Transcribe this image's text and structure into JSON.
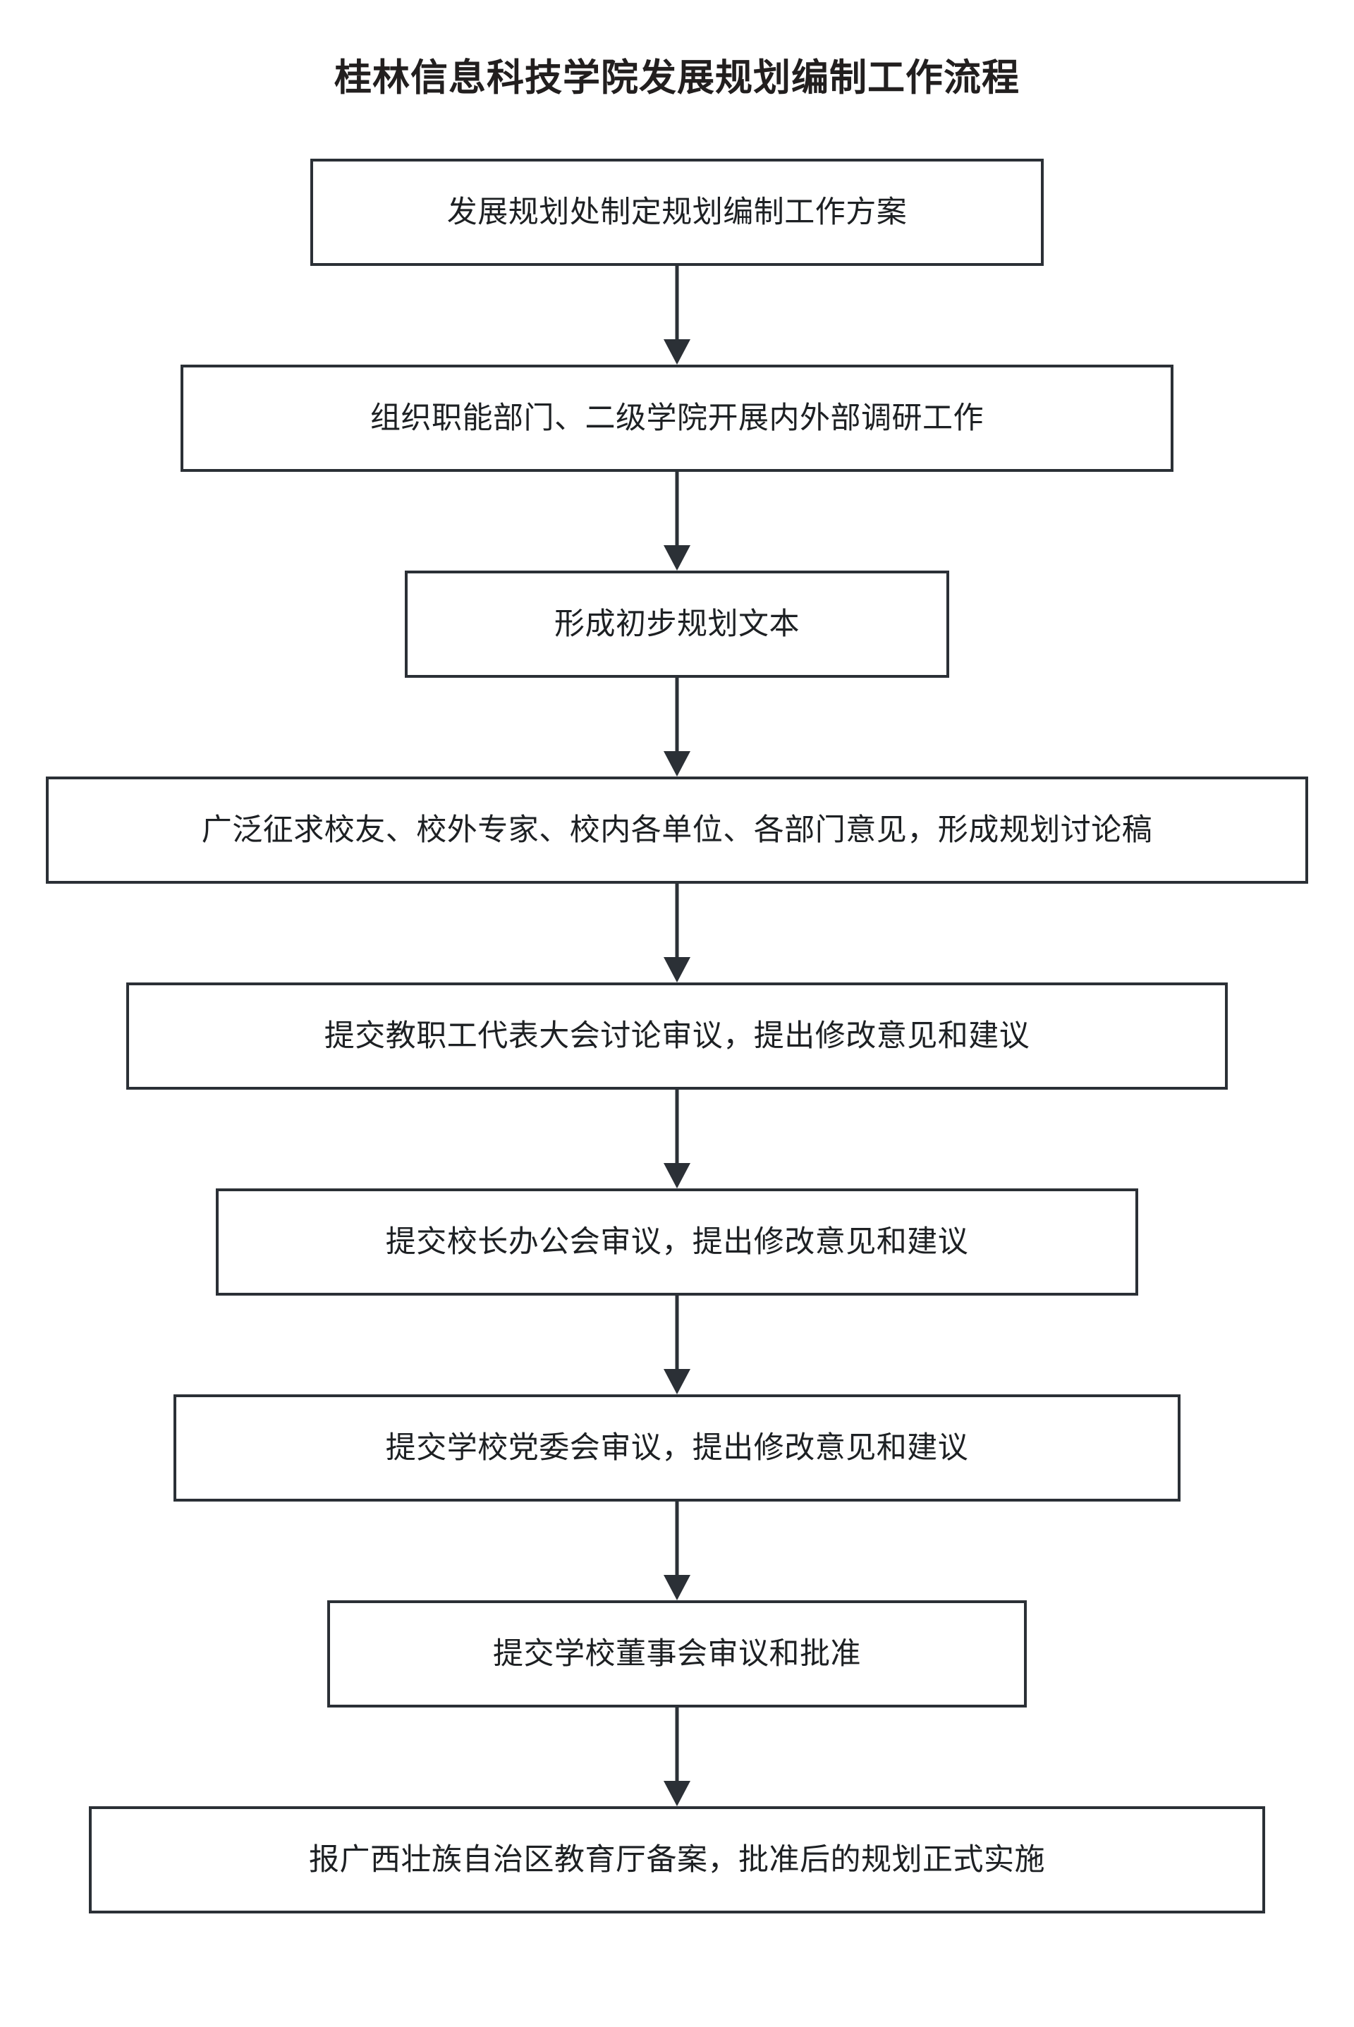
{
  "page": {
    "title": "桂林信息科技学院发展规划编制工作流程",
    "background_color": "#ffffff",
    "line_color": "#2b3036",
    "text_color": "#1d2023"
  },
  "flowchart": {
    "type": "flowchart",
    "orientation": "vertical",
    "arrow_style": "solid-line-with-filled-triangle-head",
    "steps": [
      {
        "index": 1,
        "label": "发展规划处制定规划编制工作方案"
      },
      {
        "index": 2,
        "label": "组织职能部门、二级学院开展内外部调研工作"
      },
      {
        "index": 3,
        "label": "形成初步规划文本"
      },
      {
        "index": 4,
        "label": "广泛征求校友、校外专家、校内各单位、各部门意见，形成规划讨论稿"
      },
      {
        "index": 5,
        "label": "提交教职工代表大会讨论审议，提出修改意见和建议"
      },
      {
        "index": 6,
        "label": "提交校长办公会审议，提出修改意见和建议"
      },
      {
        "index": 7,
        "label": "提交学校党委会审议，提出修改意见和建议"
      },
      {
        "index": 8,
        "label": "提交学校董事会审议和批准"
      },
      {
        "index": 9,
        "label": "报广西壮族自治区教育厅备案，批准后的规划正式实施"
      }
    ],
    "connectors": [
      {
        "from": 1,
        "to": 2,
        "icon": "down-arrow-icon"
      },
      {
        "from": 2,
        "to": 3,
        "icon": "down-arrow-icon"
      },
      {
        "from": 3,
        "to": 4,
        "icon": "down-arrow-icon"
      },
      {
        "from": 4,
        "to": 5,
        "icon": "down-arrow-icon"
      },
      {
        "from": 5,
        "to": 6,
        "icon": "down-arrow-icon"
      },
      {
        "from": 6,
        "to": 7,
        "icon": "down-arrow-icon"
      },
      {
        "from": 7,
        "to": 8,
        "icon": "down-arrow-icon"
      },
      {
        "from": 8,
        "to": 9,
        "icon": "down-arrow-icon"
      }
    ]
  }
}
